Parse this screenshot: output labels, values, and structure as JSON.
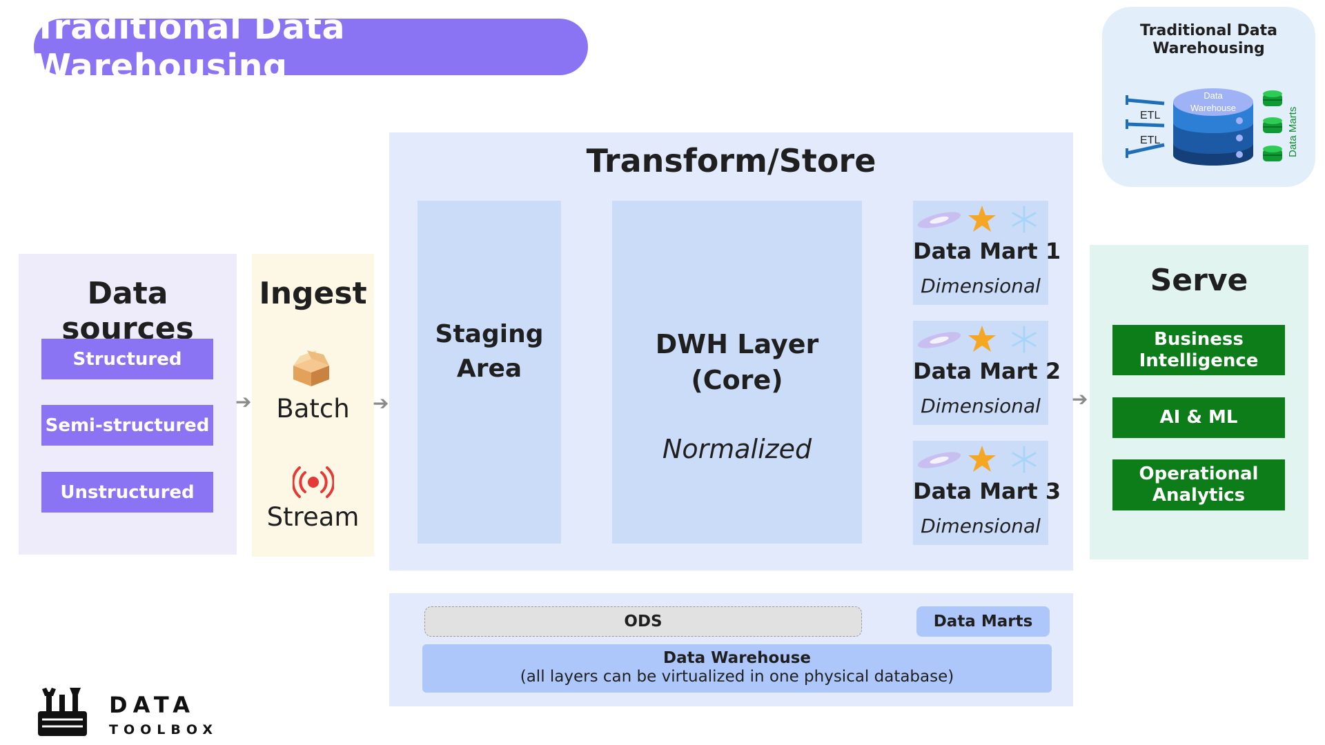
{
  "header": {
    "title": "Traditional Data Warehousing"
  },
  "mini_diagram": {
    "title_line1": "Traditional Data",
    "title_line2": "Warehousing",
    "db_label_line1": "Data",
    "db_label_line2": "Warehouse",
    "etl_label": "ETL",
    "marts_label": "Data Marts"
  },
  "sources": {
    "title": "Data sources",
    "items": [
      "Structured",
      "Semi-structured",
      "Unstructured"
    ]
  },
  "ingest": {
    "title": "Ingest",
    "batch_label": "Batch",
    "stream_label": "Stream"
  },
  "transform": {
    "title": "Transform/Store",
    "staging_line1": "Staging",
    "staging_line2": "Area",
    "dwh_line1": "DWH Layer",
    "dwh_line2": "(Core)",
    "dwh_sub": "Normalized",
    "marts": [
      {
        "title": "Data Mart 1",
        "sub": "Dimensional"
      },
      {
        "title": "Data Mart 2",
        "sub": "Dimensional"
      },
      {
        "title": "Data Mart 3",
        "sub": "Dimensional"
      }
    ]
  },
  "serve": {
    "title": "Serve",
    "items": [
      {
        "line1": "Business",
        "line2": "Intelligence"
      },
      {
        "line1": "AI & ML",
        "line2": ""
      },
      {
        "line1": "Operational",
        "line2": "Analytics"
      }
    ]
  },
  "physical": {
    "ods_label": "ODS",
    "marts_label": "Data Marts",
    "dw_title": "Data Warehouse",
    "dw_sub": "(all layers can be virtualized in one physical database)"
  },
  "logo": {
    "word1": "DATA",
    "word2": "TOOLBOX"
  },
  "colors": {
    "purple": "#8b74f4",
    "green": "#0c7d18",
    "panel_blue": "#e2eafc",
    "box_blue": "#cbdcf8",
    "star": "#f5a623"
  },
  "icons": [
    "box-icon",
    "broadcast-icon",
    "galaxy-icon",
    "star-icon",
    "snowflake-icon",
    "arrow-right-icon",
    "toolbox-icon"
  ]
}
